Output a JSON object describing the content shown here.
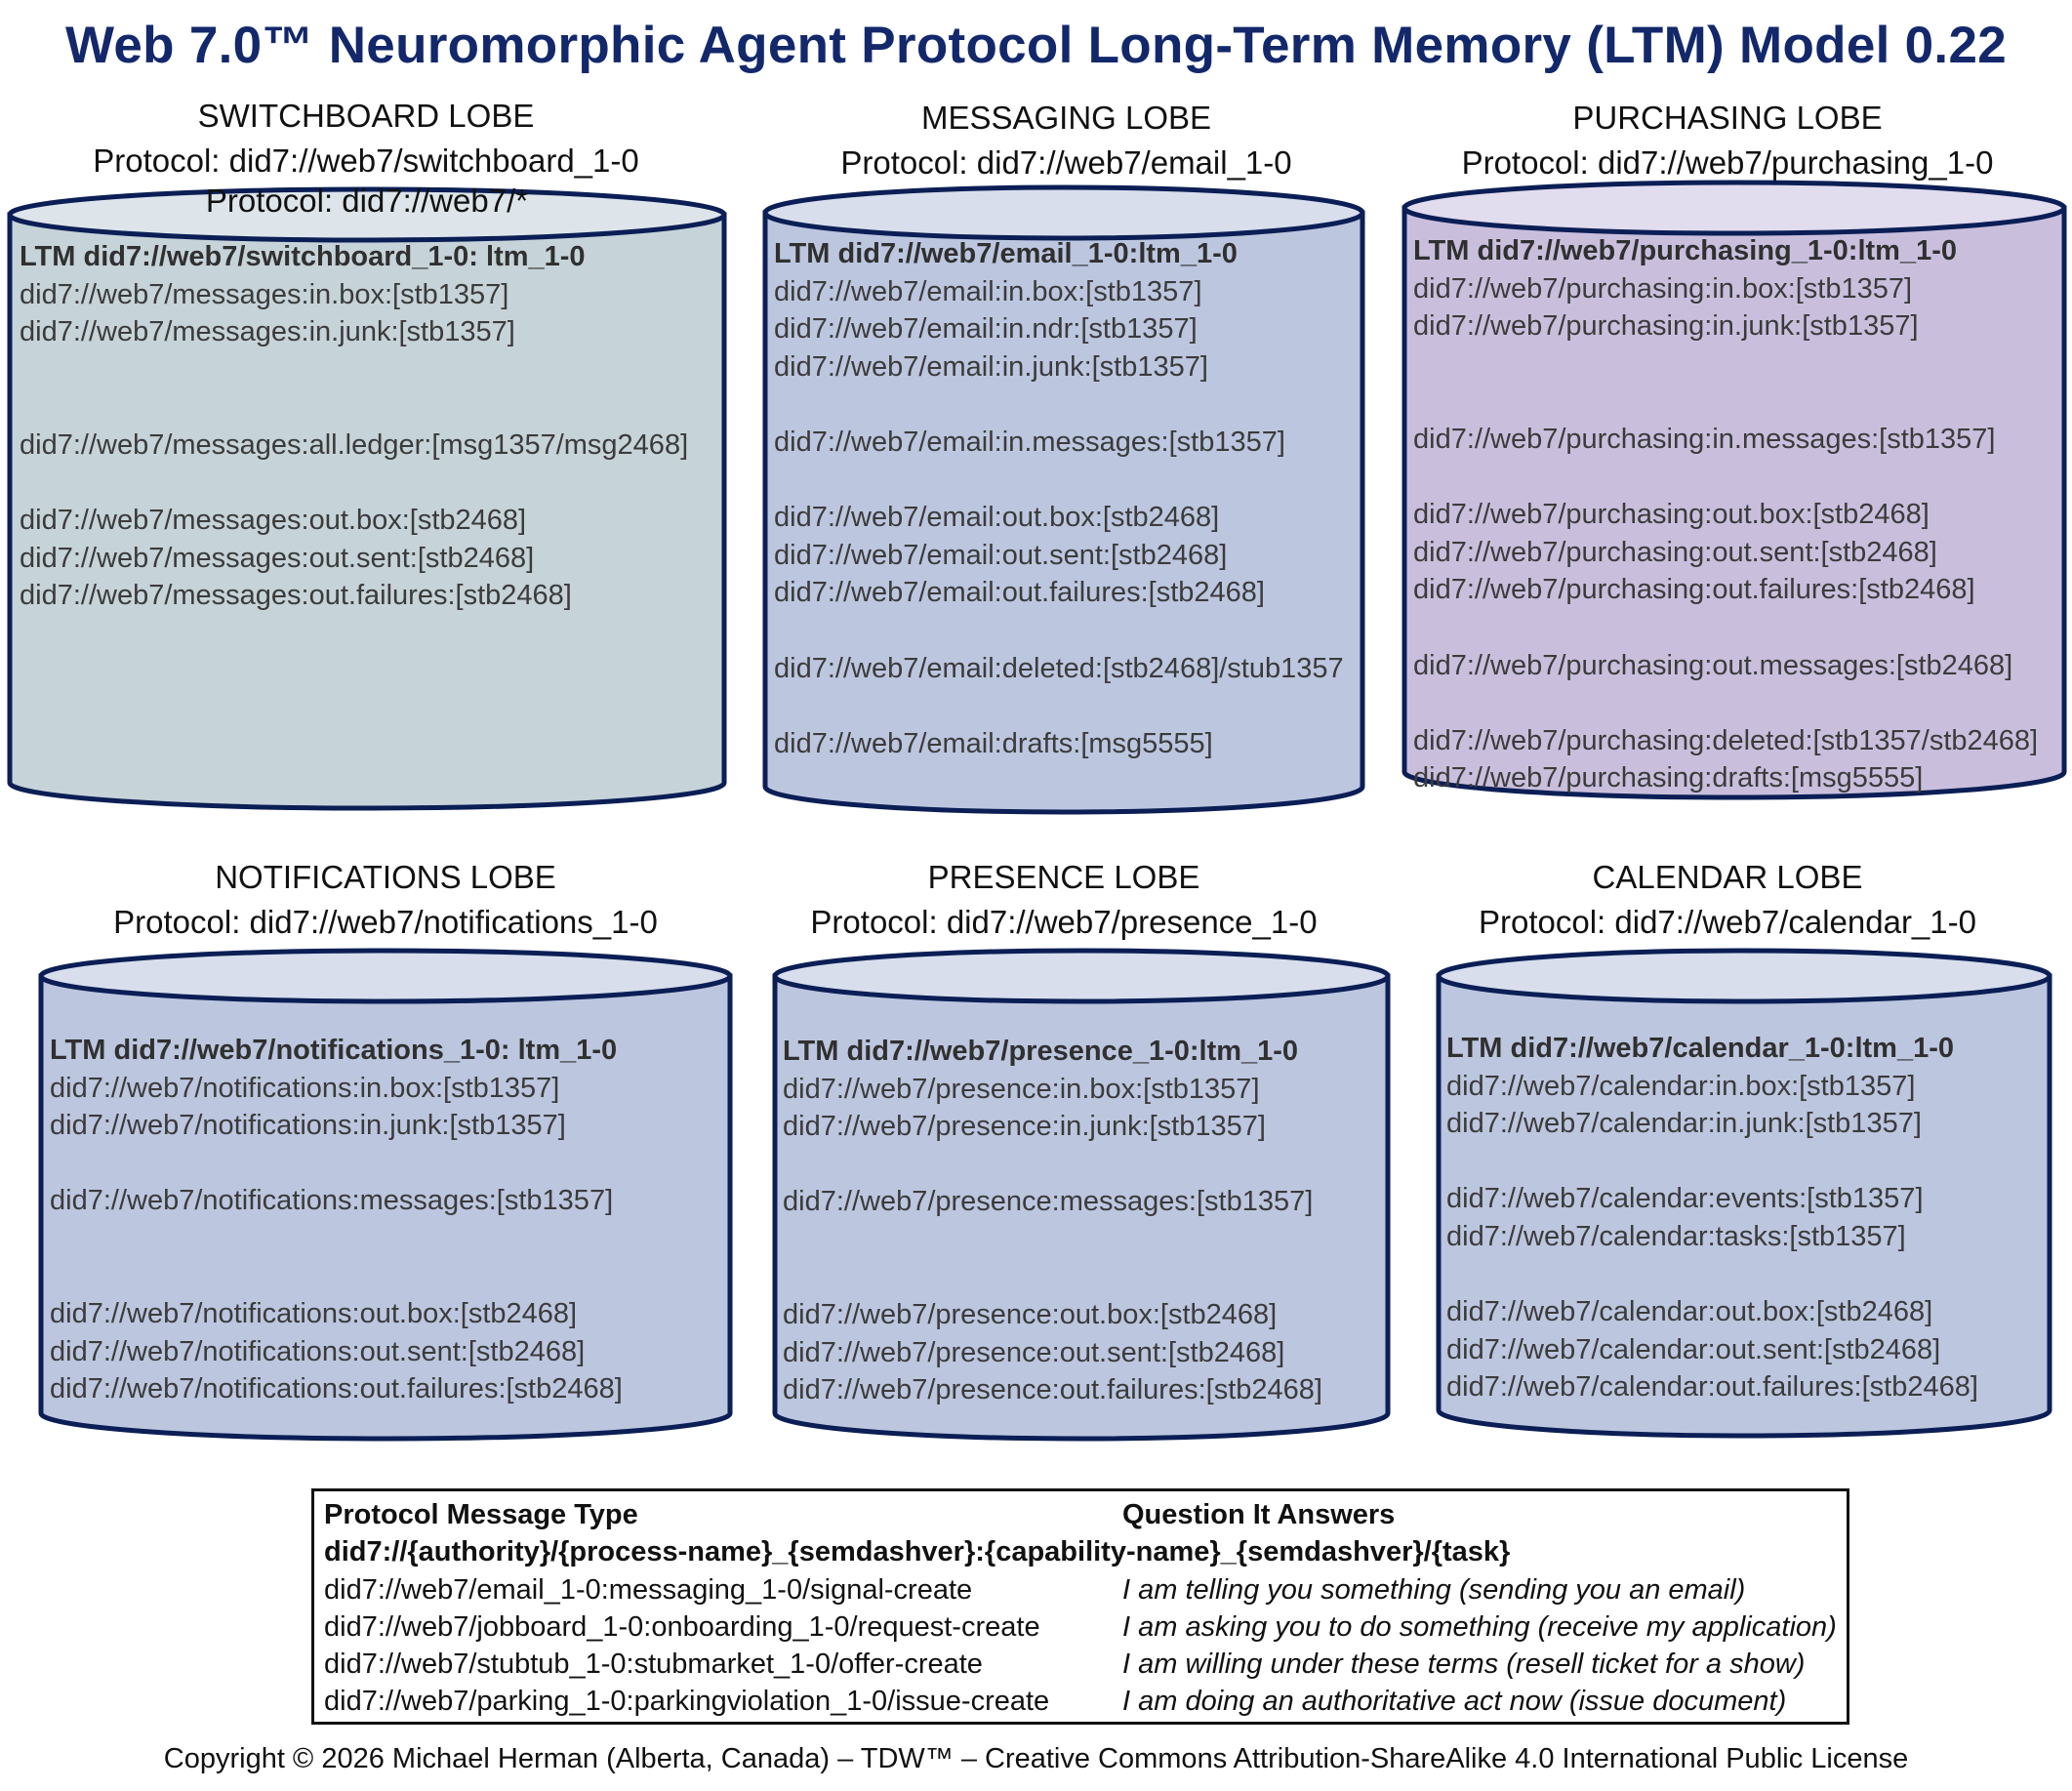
{
  "title": "Web 7.0™ Neuromorphic Agent Protocol Long-Term Memory (LTM) Model 0.22",
  "lobes": [
    {
      "name": "SWITCHBOARD LOBE",
      "protocol": "Protocol: did7://web7/switchboard_1-0",
      "top_label": "Protocol: did7://web7/*",
      "fill": "#c6d3d9",
      "top_fill": "#dde5ea",
      "lines": [
        "LTM did7://web7/switchboard_1-0: ltm_1-0",
        "did7://web7/messages:in.box:[stb1357]",
        "did7://web7/messages:in.junk:[stb1357]",
        "",
        "",
        "did7://web7/messages:all.ledger:[msg1357/msg2468]",
        "",
        "did7://web7/messages:out.box:[stb2468]",
        "did7://web7/messages:out.sent:[stb2468]",
        "did7://web7/messages:out.failures:[stb2468]"
      ]
    },
    {
      "name": "MESSAGING LOBE",
      "protocol": "Protocol: did7://web7/email_1-0",
      "top_label": "",
      "fill": "#bcc6df",
      "top_fill": "#d8deec",
      "lines": [
        "LTM did7://web7/email_1-0:ltm_1-0",
        "did7://web7/email:in.box:[stb1357]",
        "did7://web7/email:in.ndr:[stb1357]",
        "did7://web7/email:in.junk:[stb1357]",
        "",
        "did7://web7/email:in.messages:[stb1357]",
        "",
        "did7://web7/email:out.box:[stb2468]",
        "did7://web7/email:out.sent:[stb2468]",
        "did7://web7/email:out.failures:[stb2468]",
        "",
        "did7://web7/email:deleted:[stb2468]/stub1357",
        "",
        "did7://web7/email:drafts:[msg5555]"
      ]
    },
    {
      "name": "PURCHASING LOBE",
      "protocol": "Protocol: did7://web7/purchasing_1-0",
      "top_label": "",
      "fill": "#c9bfdd",
      "top_fill": "#e1dcee",
      "lines": [
        "LTM did7://web7/purchasing_1-0:ltm_1-0",
        "did7://web7/purchasing:in.box:[stb1357]",
        "did7://web7/purchasing:in.junk:[stb1357]",
        "",
        "",
        "did7://web7/purchasing:in.messages:[stb1357]",
        "",
        "did7://web7/purchasing:out.box:[stb2468]",
        "did7://web7/purchasing:out.sent:[stb2468]",
        "did7://web7/purchasing:out.failures:[stb2468]",
        "",
        "did7://web7/purchasing:out.messages:[stb2468]",
        "",
        "did7://web7/purchasing:deleted:[stb1357/stb2468]",
        "did7://web7/purchasing:drafts:[msg5555]"
      ]
    },
    {
      "name": "NOTIFICATIONS LOBE",
      "protocol": "Protocol: did7://web7/notifications_1-0",
      "top_label": "",
      "fill": "#bcc6df",
      "top_fill": "#d8deec",
      "lines": [
        "LTM did7://web7/notifications_1-0: ltm_1-0",
        "did7://web7/notifications:in.box:[stb1357]",
        "did7://web7/notifications:in.junk:[stb1357]",
        "",
        "did7://web7/notifications:messages:[stb1357]",
        "",
        "",
        "did7://web7/notifications:out.box:[stb2468]",
        "did7://web7/notifications:out.sent:[stb2468]",
        "did7://web7/notifications:out.failures:[stb2468]"
      ]
    },
    {
      "name": "PRESENCE LOBE",
      "protocol": "Protocol: did7://web7/presence_1-0",
      "top_label": "",
      "fill": "#bcc6df",
      "top_fill": "#d8deec",
      "lines": [
        "LTM did7://web7/presence_1-0:ltm_1-0",
        "did7://web7/presence:in.box:[stb1357]",
        "did7://web7/presence:in.junk:[stb1357]",
        "",
        "did7://web7/presence:messages:[stb1357]",
        "",
        "",
        "did7://web7/presence:out.box:[stb2468]",
        "did7://web7/presence:out.sent:[stb2468]",
        "did7://web7/presence:out.failures:[stb2468]"
      ]
    },
    {
      "name": "CALENDAR LOBE",
      "protocol": "Protocol: did7://web7/calendar_1-0",
      "top_label": "",
      "fill": "#bcc6df",
      "top_fill": "#d8deec",
      "lines": [
        "LTM did7://web7/calendar_1-0:ltm_1-0",
        "did7://web7/calendar:in.box:[stb1357]",
        "did7://web7/calendar:in.junk:[stb1357]",
        "",
        "did7://web7/calendar:events:[stb1357]",
        "did7://web7/calendar:tasks:[stb1357]",
        "",
        "did7://web7/calendar:out.box:[stb2468]",
        "did7://web7/calendar:out.sent:[stb2468]",
        "did7://web7/calendar:out.failures:[stb2468]"
      ]
    }
  ],
  "table": {
    "header_col1": "Protocol Message Type",
    "header_col2": "Question It Answers",
    "pattern": "did7://{authority}/{process-name}_{semdashver}:{capability-name}_{semdashver}/{task}",
    "rows": [
      {
        "type": "did7://web7/email_1-0:messaging_1-0/signal-create",
        "answer": "I am telling you something (sending you an email)"
      },
      {
        "type": "did7://web7/jobboard_1-0:onboarding_1-0/request-create",
        "answer": "I am asking you to do something (receive my application)"
      },
      {
        "type": "did7://web7/stubtub_1-0:stubmarket_1-0/offer-create",
        "answer": "I am willing under these terms (resell ticket for a show)"
      },
      {
        "type": "did7://web7/parking_1-0:parkingviolation_1-0/issue-create",
        "answer": "I am doing an authoritative act now (issue document)"
      }
    ]
  },
  "footer": "Copyright © 2026 Michael Herman (Alberta, Canada) – TDW™ – Creative Commons Attribution-ShareAlike 4.0 International Public License",
  "colors": {
    "title": "#13286b",
    "stroke": "#0b1e55"
  }
}
